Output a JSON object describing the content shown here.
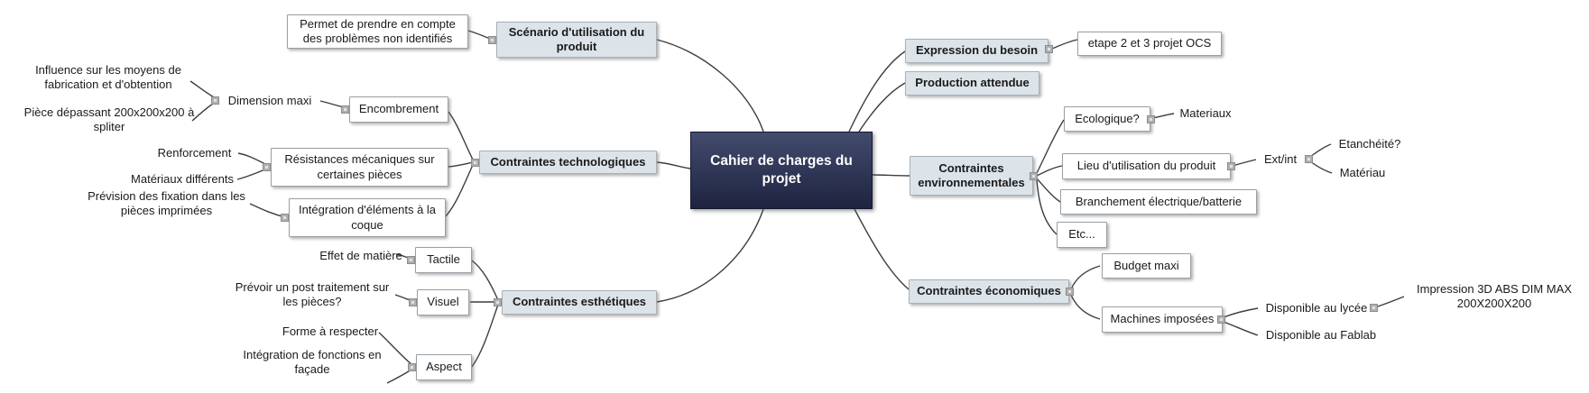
{
  "map": {
    "center": {
      "label": "Cahier de charges du projet"
    },
    "left_branches": [
      {
        "label": "Scénario d'utilisation du produit",
        "children": [
          {
            "label": "Permet de prendre en compte des problèmes non identifiés"
          }
        ]
      },
      {
        "label": "Contraintes technologiques",
        "children": [
          {
            "label": "Encombrement",
            "children": [
              {
                "label": "Dimension maxi",
                "children": [
                  {
                    "label": "Influence sur les moyens de fabrication et d'obtention"
                  },
                  {
                    "label": "Pièce dépassant 200x200x200 à spliter"
                  }
                ]
              }
            ]
          },
          {
            "label": "Résistances mécaniques sur certaines pièces",
            "children": [
              {
                "label": "Renforcement"
              },
              {
                "label": "Matériaux différents"
              }
            ]
          },
          {
            "label": "Intégration d'éléments à la coque",
            "children": [
              {
                "label": "Prévision des fixation dans les pièces imprimées"
              }
            ]
          }
        ]
      },
      {
        "label": "Contraintes esthétiques",
        "children": [
          {
            "label": "Tactile",
            "children": [
              {
                "label": "Effet de matière"
              }
            ]
          },
          {
            "label": "Visuel",
            "children": [
              {
                "label": "Prévoir un post traitement sur les pièces?"
              }
            ]
          },
          {
            "label": "Aspect",
            "children": [
              {
                "label": "Forme à respecter"
              },
              {
                "label": "Intégration de fonctions en façade"
              }
            ]
          }
        ]
      }
    ],
    "right_branches": [
      {
        "label": "Expression du besoin",
        "children": [
          {
            "label": "etape 2 et 3 projet OCS"
          }
        ]
      },
      {
        "label": "Production attendue"
      },
      {
        "label": "Contraintes environnementales",
        "children": [
          {
            "label": "Ecologique?",
            "children": [
              {
                "label": "Materiaux"
              }
            ]
          },
          {
            "label": "Lieu d'utilisation du produit",
            "children": [
              {
                "label": "Ext/int",
                "children": [
                  {
                    "label": "Etanchéité?"
                  },
                  {
                    "label": "Matériau"
                  }
                ]
              }
            ]
          },
          {
            "label": "Branchement électrique/batterie"
          },
          {
            "label": "Etc..."
          }
        ]
      },
      {
        "label": "Contraintes économiques",
        "children": [
          {
            "label": "Budget maxi"
          },
          {
            "label": "Machines imposées",
            "children": [
              {
                "label": "Disponible au lycée",
                "children": [
                  {
                    "label": "Impression 3D ABS DIM MAX 200X200X200"
                  }
                ]
              },
              {
                "label": "Disponible au Fablab"
              }
            ]
          }
        ]
      }
    ],
    "colors": {
      "center_bg_top": "#434b6e",
      "center_bg_bottom": "#1e2340",
      "center_text": "#ffffff",
      "topic_bg": "#dce3e9",
      "topic_border": "#a9b0b7",
      "node_bg": "#ffffff",
      "node_border": "#9aa0a6",
      "text": "#1a1a1a",
      "line": "#3d3d3d",
      "handle": "#b0b0b0"
    }
  }
}
